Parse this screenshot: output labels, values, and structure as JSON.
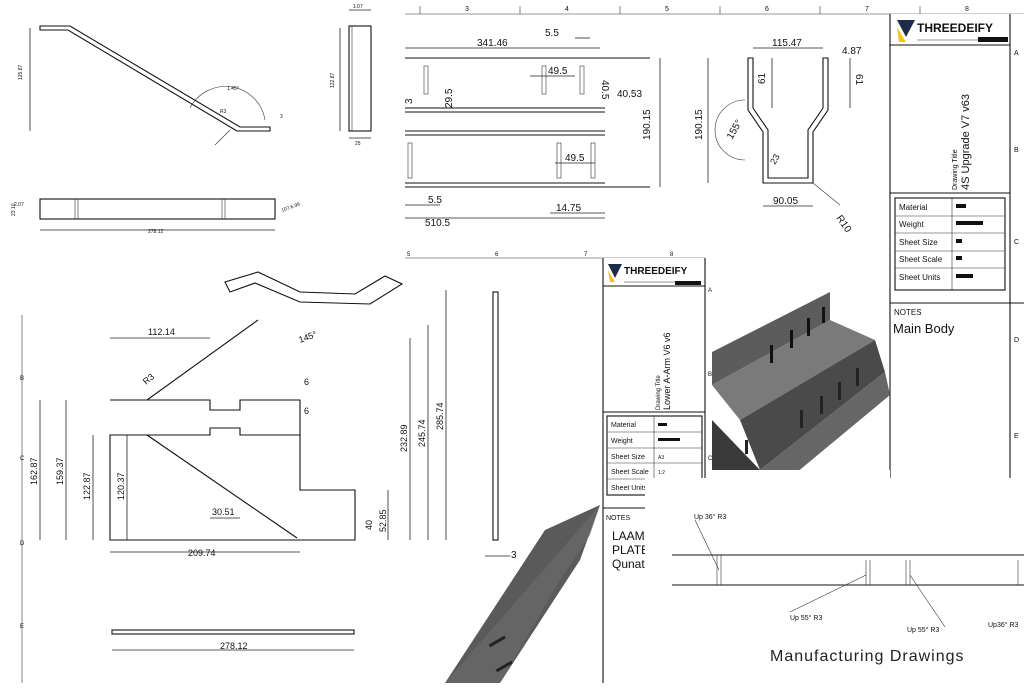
{
  "company": "THREEDEIFY",
  "sheet1": {
    "drawing_title_label": "Drawing Title",
    "drawing_title": "4S Upgrade V7 v63",
    "table": [
      {
        "label": "Material"
      },
      {
        "label": "Weight"
      },
      {
        "label": "Sheet Size"
      },
      {
        "label": "Sheet Scale"
      },
      {
        "label": "Sheet Units"
      }
    ],
    "notes_label": "NOTES",
    "notes": "Main Body",
    "ruler_numbers": [
      "3",
      "4",
      "5",
      "6",
      "7",
      "8"
    ],
    "side_letters": [
      "A",
      "B",
      "C",
      "D",
      "E"
    ]
  },
  "sheet2": {
    "drawing_title_label": "Drawing Title",
    "drawing_title": "Lower A-Arm V6 v6",
    "table": [
      {
        "label": "Material",
        "value": ""
      },
      {
        "label": "Weight",
        "value": ""
      },
      {
        "label": "Sheet Size",
        "value": "A3"
      },
      {
        "label": "Sheet Scale",
        "value": "1:2"
      },
      {
        "label": "Sheet Units",
        "value": ""
      }
    ],
    "notes_label": "NOTES",
    "notes_lines": [
      "LAAMA",
      "PLATE",
      "Qunatit"
    ],
    "ruler_numbers": [
      "5",
      "6",
      "7",
      "8"
    ],
    "side_letters": [
      "A",
      "B",
      "C"
    ]
  },
  "sheet3": {
    "side_letters": [
      "B",
      "C",
      "D",
      "E"
    ]
  },
  "dims_top_center": {
    "d1": "341.46",
    "d2": "5.5",
    "d3": "49.5",
    "d4": "40.5",
    "d5": "40.53",
    "d6": "190.15",
    "d7": "49.5",
    "d8": "5.5",
    "d9": "14.75",
    "d10": "510.5",
    "d11": "29.5",
    "d12": "3"
  },
  "dims_profile": {
    "width_top": "115.47",
    "right_top": "4.87",
    "left_flange": "61",
    "right_flange": "61",
    "height": "190.15",
    "angle": "155°",
    "inner": "23",
    "bottom": "90.05",
    "radius": "R10"
  },
  "dims_top_left": {
    "top": "1.07",
    "height_left": "125.87",
    "angle": "1.45°",
    "r": "R3",
    "small": "3",
    "height_right": "122.87",
    "base": "25",
    "length": "278.12",
    "side_a": "2.07",
    "side_b": "23.10",
    "tag": "107.6.99"
  },
  "dims_bottom_left": {
    "d_top": "112.14",
    "radius": "R3",
    "angle": "145°",
    "six_a": "6",
    "six_b": "6",
    "h1": "162.87",
    "h2": "159.37",
    "h3": "122.87",
    "h4": "120.37",
    "h5": "232.89",
    "h6": "245.74",
    "h7": "285.74",
    "w_small": "30.51",
    "w_bottom": "209.74",
    "forty": "40",
    "h8": "52.85",
    "base_length": "278.12",
    "thin_three": "3"
  },
  "callouts": {
    "c1": "Up 36° R3",
    "c2": "Up 55° R3",
    "c3": "Up 55° R3",
    "c4": "Up36° R3"
  },
  "caption": "Manufacturing Drawings"
}
